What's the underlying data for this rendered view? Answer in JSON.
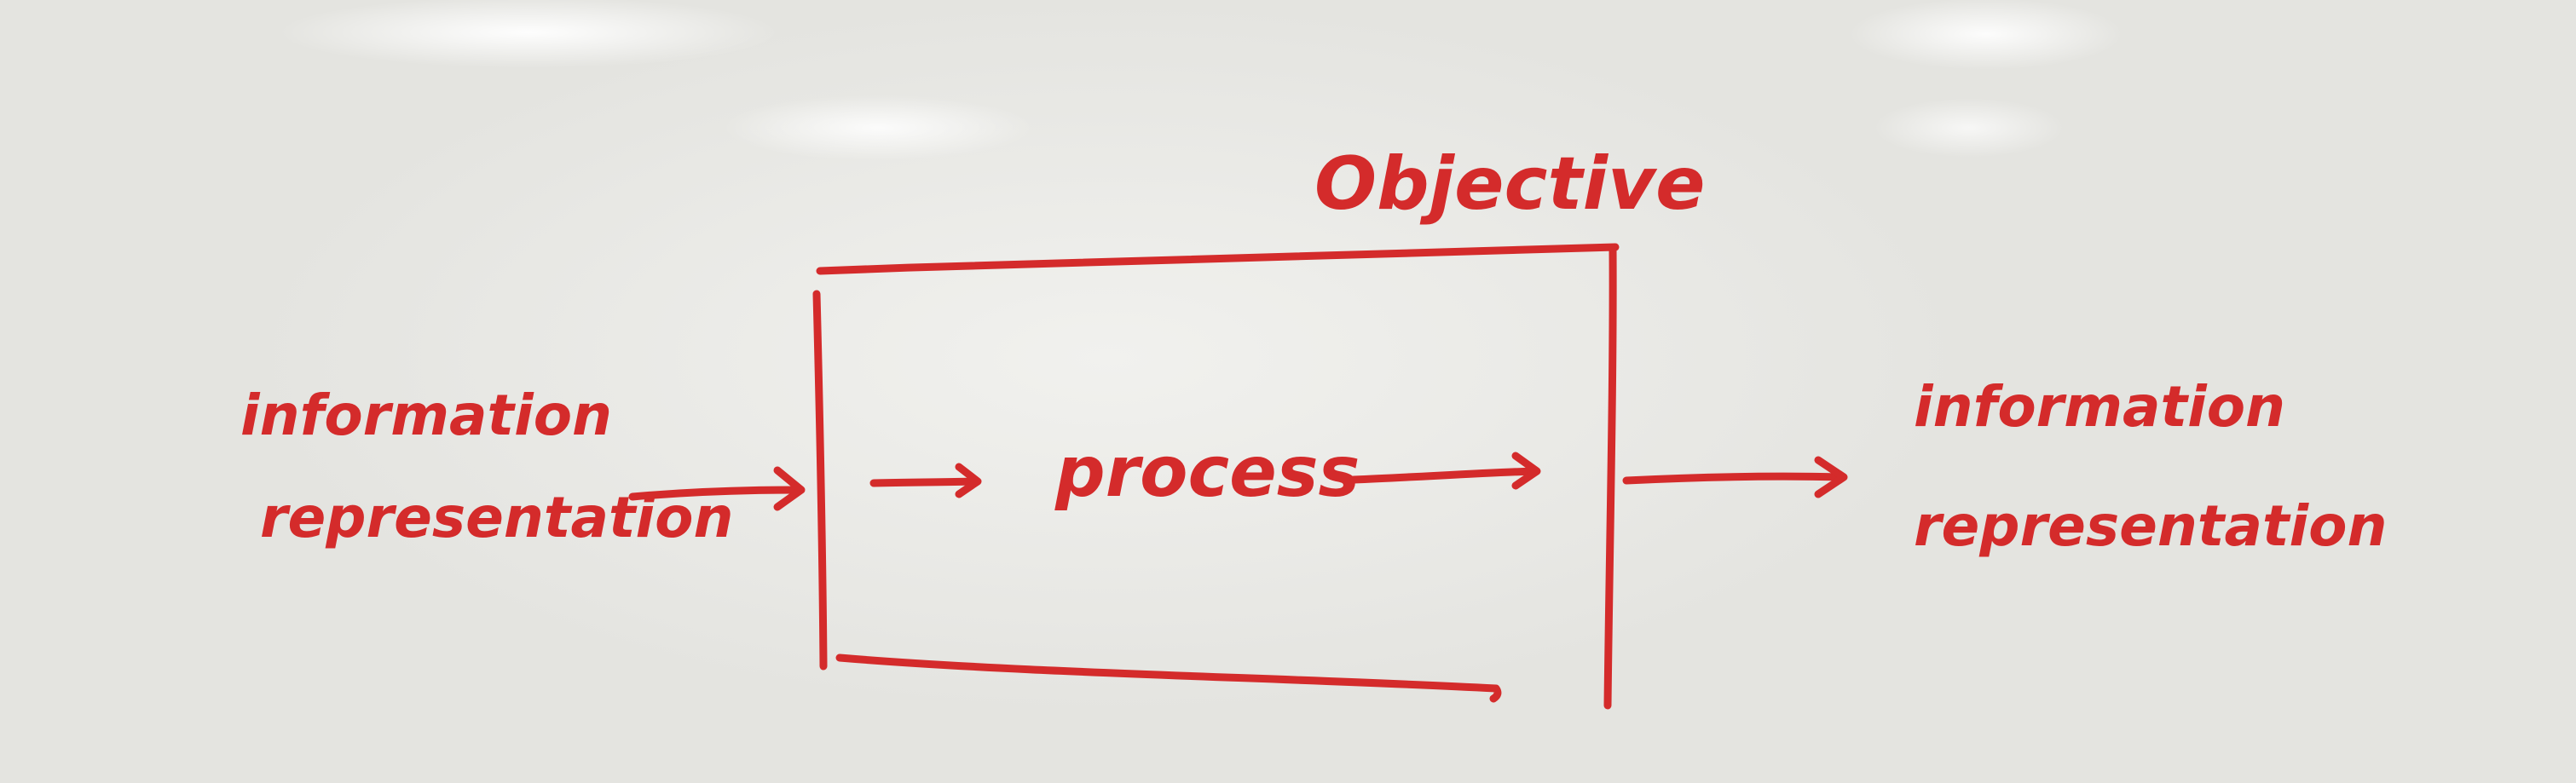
{
  "colors": {
    "ink": "#d42b2b",
    "board": "#e9e9e5"
  },
  "diagram": {
    "title": "Objective",
    "input": {
      "line1": "information",
      "line2": "representation"
    },
    "process": "process",
    "output": {
      "line1": "information",
      "line2": "representation"
    }
  }
}
